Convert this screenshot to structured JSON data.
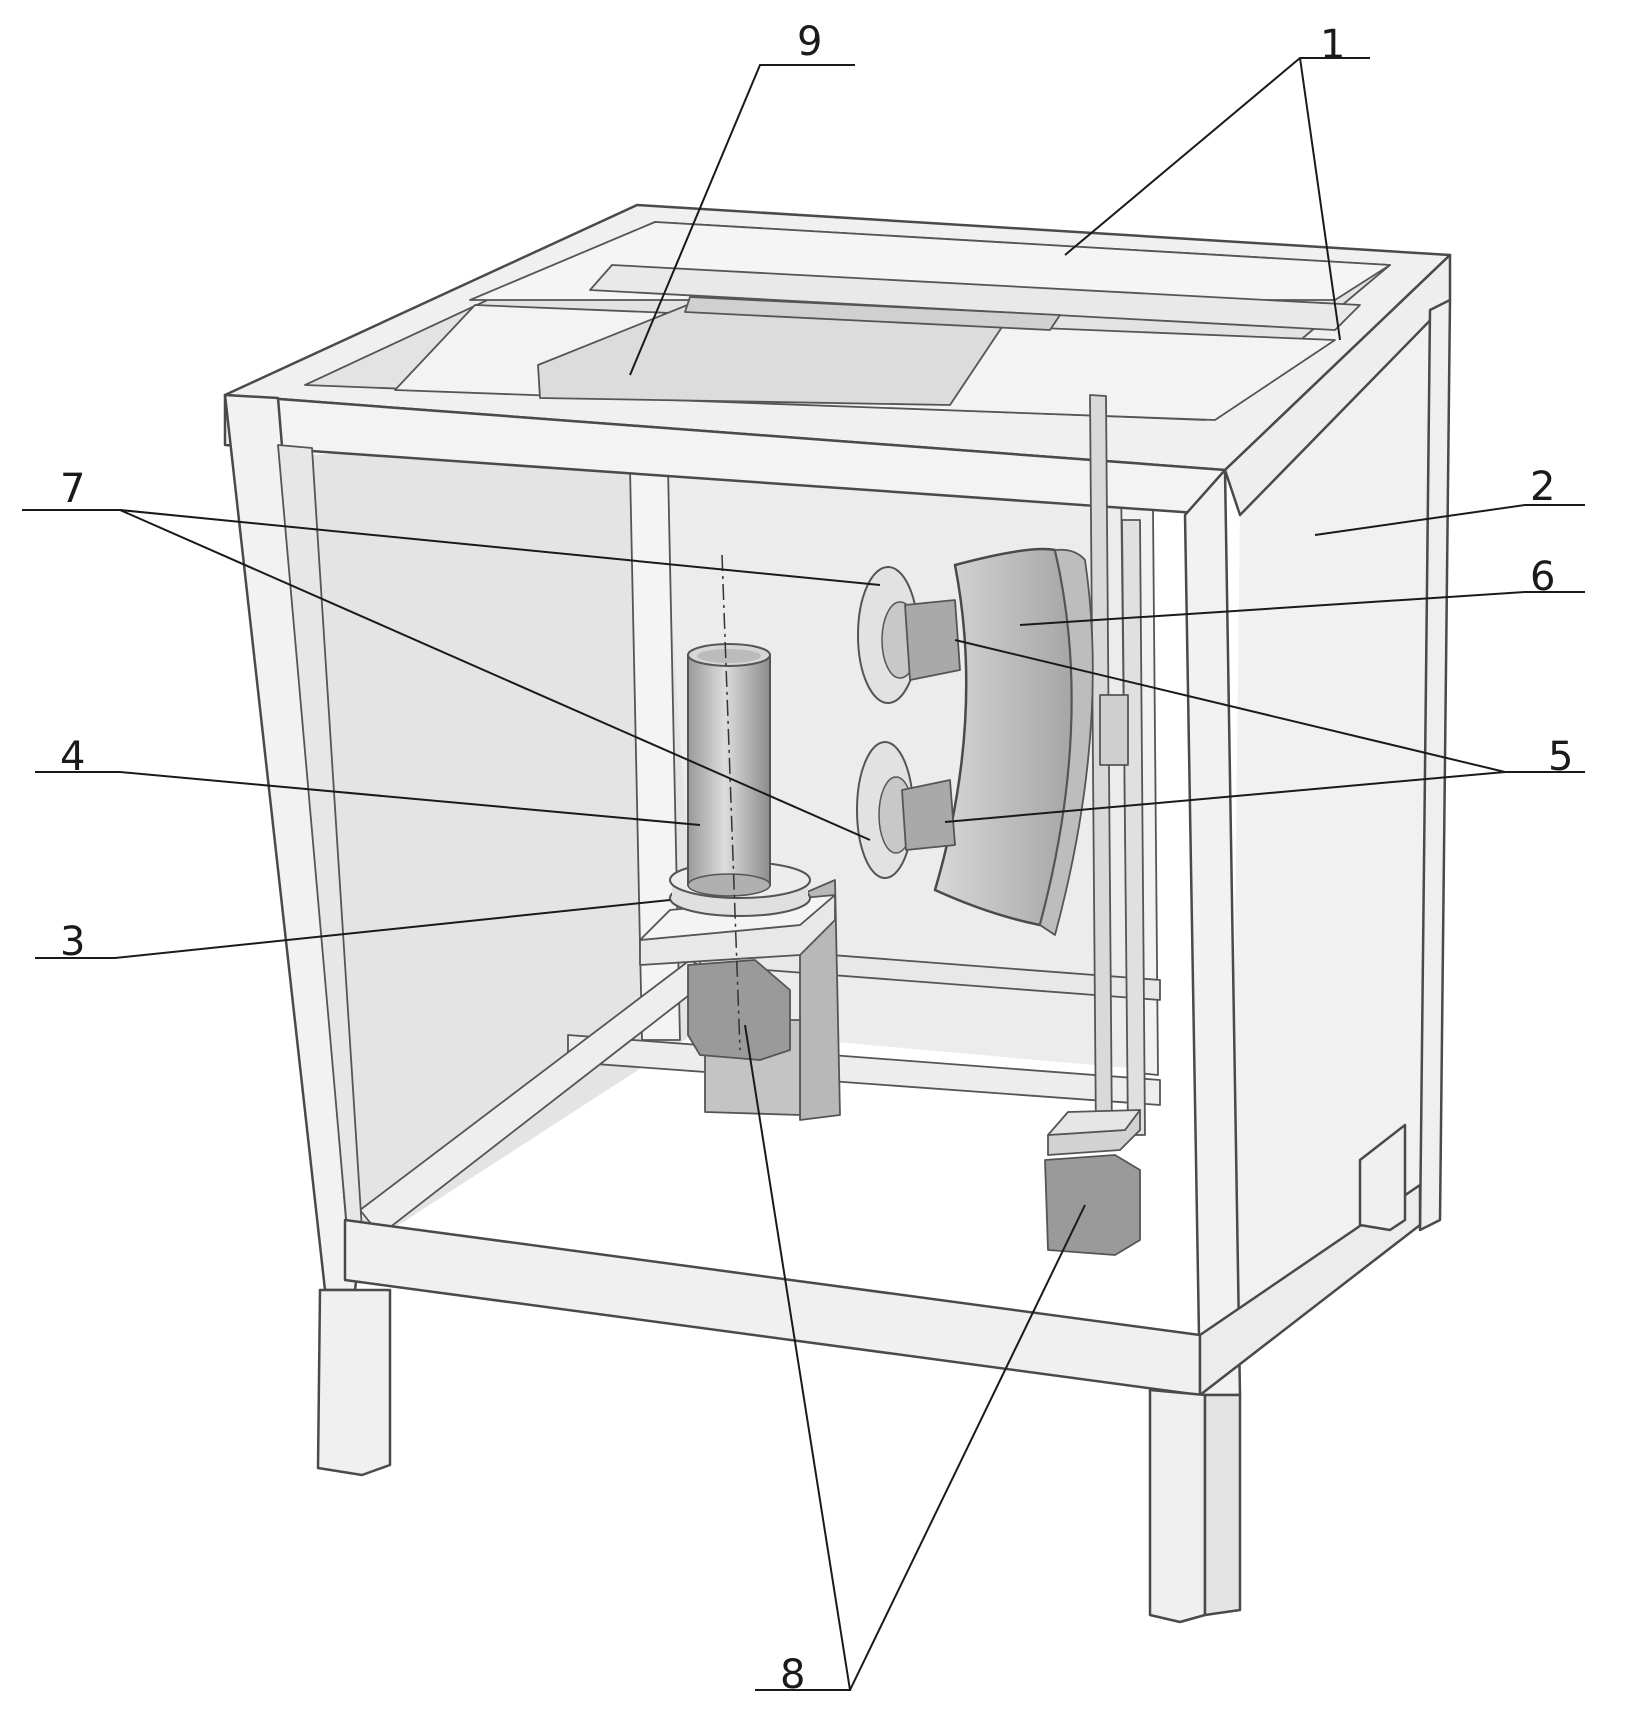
{
  "labels": {
    "l1": "1",
    "l2": "2",
    "l3": "3",
    "l4": "4",
    "l5": "5",
    "l6": "6",
    "l7": "7",
    "l8": "8",
    "l9": "9"
  },
  "colors": {
    "frame": "#efefef",
    "panel": "#e6e6e6",
    "motor": "#9a9a9a",
    "bracket": "#b8b8b8",
    "line": "#1a1a1a"
  }
}
